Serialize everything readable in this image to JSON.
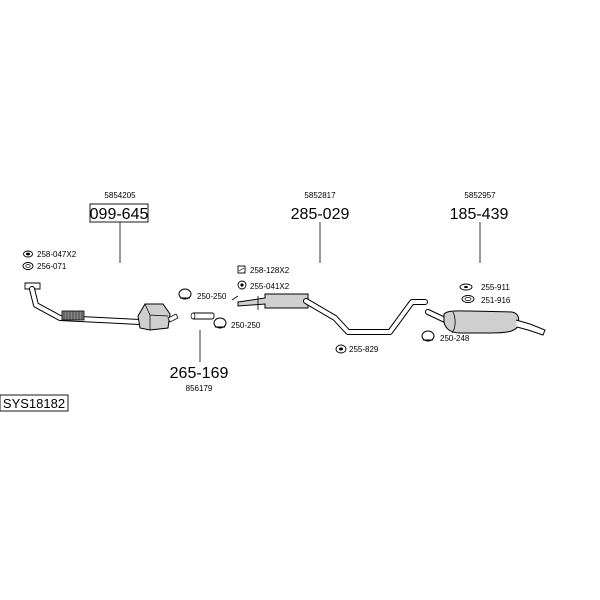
{
  "diagram_id": "SYS18182",
  "assemblies": [
    {
      "ref": "5854205",
      "code": "099-645",
      "boxed": true
    },
    {
      "ref": "5852817",
      "code": "285-029",
      "boxed": false
    },
    {
      "ref": "5852957",
      "code": "185-439",
      "boxed": false
    },
    {
      "ref": "856179",
      "code": "265-169",
      "boxed": false
    }
  ],
  "parts": [
    {
      "id": "258-047X2"
    },
    {
      "id": "256-071"
    },
    {
      "id": "250-250"
    },
    {
      "id": "250-250"
    },
    {
      "id": "258-128X2"
    },
    {
      "id": "255-041X2"
    },
    {
      "id": "255-829"
    },
    {
      "id": "255-911"
    },
    {
      "id": "251-916"
    },
    {
      "id": "250-248"
    }
  ]
}
